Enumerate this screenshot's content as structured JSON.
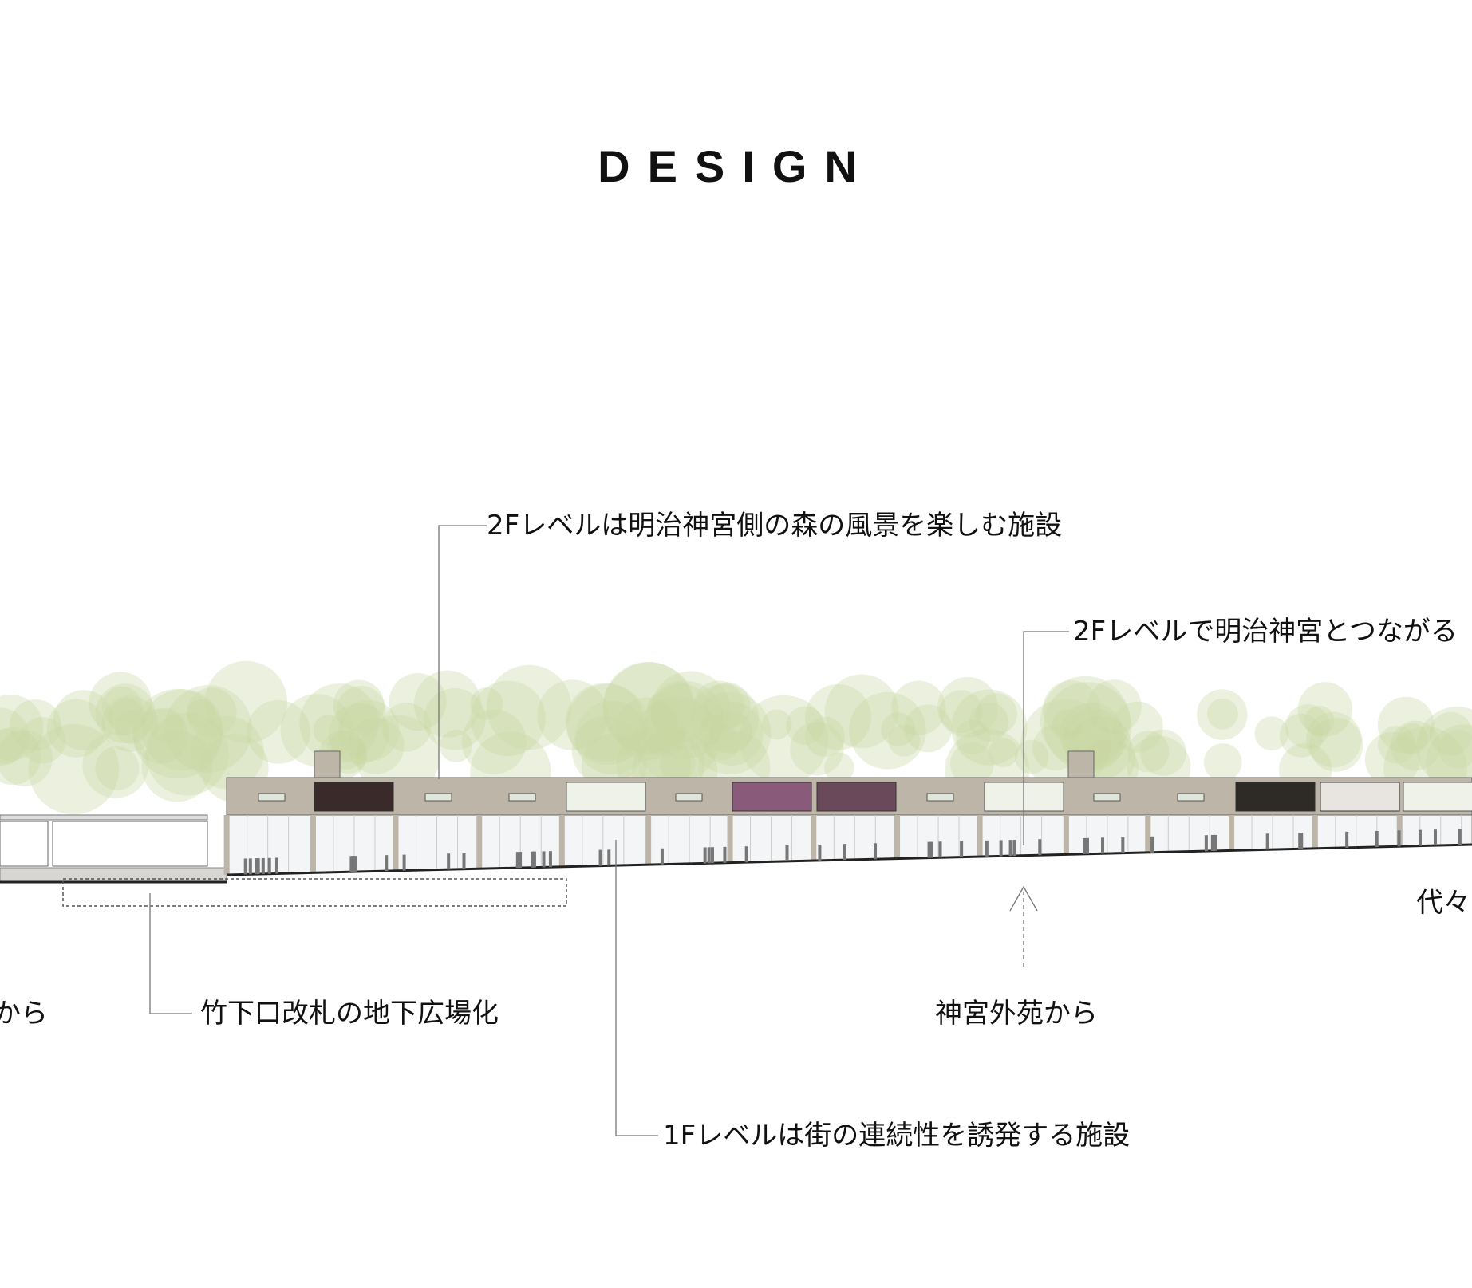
{
  "title": "DESIGN",
  "annotations": {
    "upper_2f_facility": "2Fレベルは明治神宮側の森の風景を楽しむ施設",
    "upper_2f_connect": "2Fレベルで明治神宮とつながる",
    "yoyogi_partial": "代々",
    "from_left_partial": "から",
    "takeshita_underground": "竹下口改札の地下広場化",
    "from_jingu_gaien": "神宮外苑から",
    "lower_1f_facility": "1Fレベルは街の連続性を誘発する施設"
  },
  "colors": {
    "facade": "#bdb5a8",
    "tree_green": "#c9d8a2",
    "glass": "#f3f5f6",
    "leader_line": "#777777"
  }
}
